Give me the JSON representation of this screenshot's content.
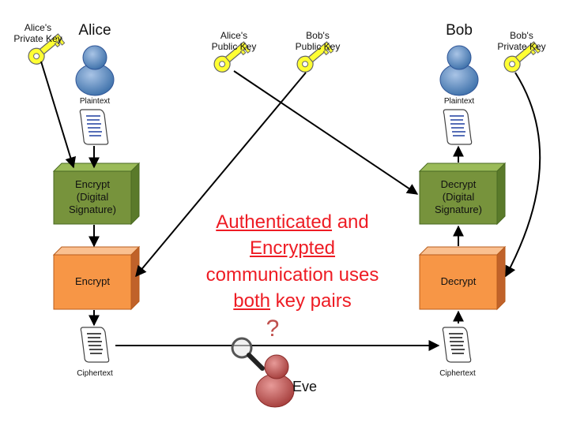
{
  "alice": {
    "name": "Alice",
    "private_key": "Alice's\nPrivate Key",
    "plaintext": "Plaintext",
    "ciphertext": "Ciphertext"
  },
  "bob": {
    "name": "Bob",
    "private_key": "Bob's\nPrivate Key",
    "plaintext": "Plaintext",
    "ciphertext": "Ciphertext"
  },
  "public_keys": {
    "alice": "Alice's\nPublic Key",
    "bob": "Bob's\nPublic Key"
  },
  "boxes": {
    "sign": "Encrypt\n(Digital\nSignature)",
    "encrypt": "Encrypt",
    "verify": "Decrypt\n(Digital\nSignature)",
    "decrypt": "Decrypt"
  },
  "message": {
    "line1_u": "Authenticated",
    "line1_rest": " and",
    "line2_u": "Encrypted",
    "line3": "communication uses",
    "line4_u": "both",
    "line4_rest": " key pairs"
  },
  "eve": {
    "name": "Eve",
    "question": "?"
  },
  "colors": {
    "green_front": "#77933c",
    "green_side": "#5a7a2a",
    "green_top": "#9bbb59",
    "orange_front": "#f79646",
    "orange_side": "#c0622a",
    "orange_top": "#fac090",
    "person_blue": "#4f81bd",
    "eve_red": "#c0504d",
    "key_yellow": "#ffff33",
    "text_red": "#ee1c24"
  }
}
